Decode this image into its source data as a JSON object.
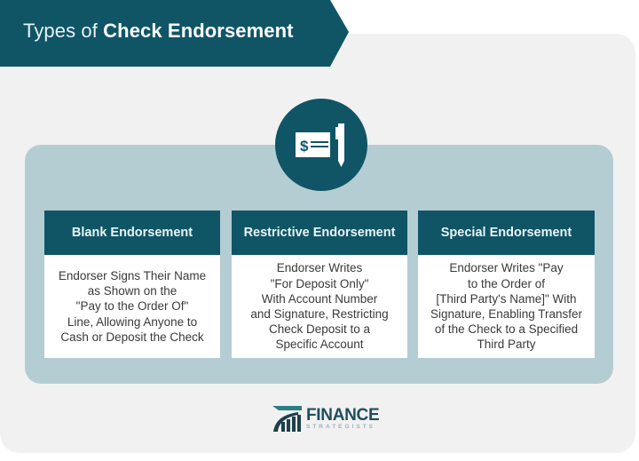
{
  "header": {
    "title_prefix": "Types of ",
    "title_bold": "Check Endorsement"
  },
  "central_icon": {
    "name": "check-and-pen-icon",
    "glyph": "$"
  },
  "cards": [
    {
      "title": "Blank Endorsement",
      "lines": [
        "Endorser Signs Their Name",
        "as Shown on the",
        "\"Pay to the Order Of\"",
        "Line, Allowing Anyone to",
        "Cash or Deposit the Check"
      ]
    },
    {
      "title": "Restrictive Endorsement",
      "lines": [
        "Endorser Writes",
        "\"For Deposit Only\"",
        "With Account Number",
        "and Signature, Restricting",
        "Check Deposit to a",
        "Specific Account"
      ]
    },
    {
      "title": "Special Endorsement",
      "lines": [
        "Endorser Writes \"Pay",
        "to the Order of",
        "[Third Party's Name]\" With",
        "Signature, Enabling Transfer",
        "of the Check to a Specified",
        "Third Party"
      ]
    }
  ],
  "footer": {
    "logo_main": "FINANCE",
    "logo_sub": "STRATEGISTS"
  },
  "colors": {
    "primary_teal": "#0f5566",
    "panel_teal_light": "#b4cdd2",
    "background_gray": "#f1f1f1",
    "card_white": "#ffffff",
    "body_text": "#3a3a3a"
  }
}
